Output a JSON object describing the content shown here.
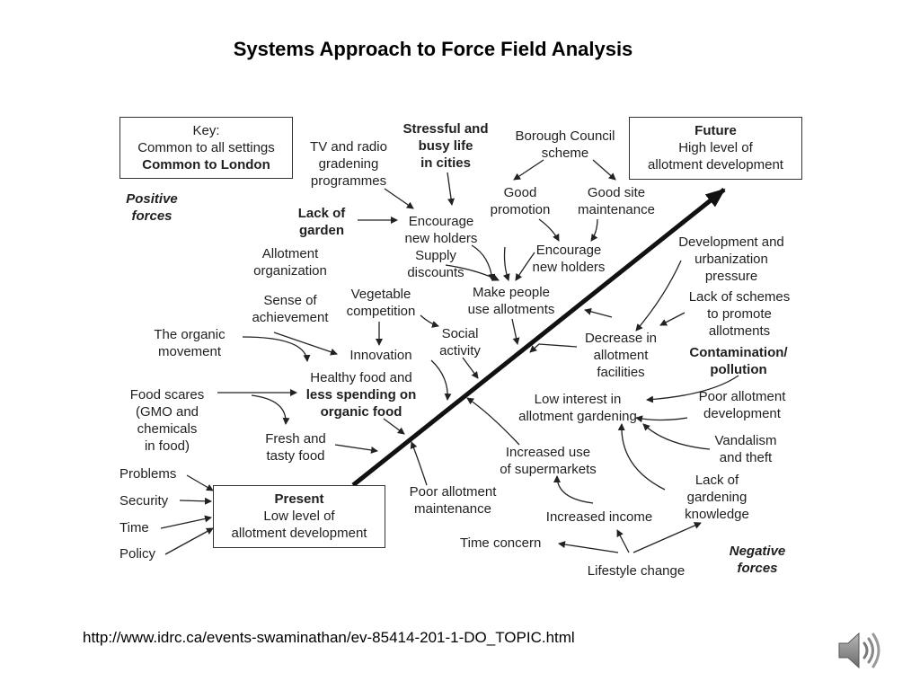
{
  "title": "Systems Approach to Force Field Analysis",
  "url": "http://www.idrc.ca/events-swaminathan/ev-85414-201-1-DO_TOPIC.html",
  "key": {
    "line1": "Key:",
    "line2": "Common to all settings",
    "line3": "Common to London"
  },
  "future": {
    "title": "Future",
    "line1": "High level of",
    "line2": "allotment development"
  },
  "present": {
    "title": "Present",
    "line1": "Low level of",
    "line2": "allotment development"
  },
  "positive_forces": {
    "line1": "Positive",
    "line2": "forces"
  },
  "negative_forces": {
    "line1": "Negative",
    "line2": "forces"
  },
  "positive": {
    "tv_radio": [
      "TV and radio",
      "gradening",
      "programmes"
    ],
    "stressful": [
      "Stressful and",
      "busy life",
      "in cities"
    ],
    "borough": [
      "Borough Council",
      "scheme"
    ],
    "good_promotion": [
      "Good",
      "promotion"
    ],
    "good_site": [
      "Good site",
      "maintenance"
    ],
    "lack_garden": [
      "Lack of",
      "garden"
    ],
    "encourage1": [
      "Encourage",
      "new holders"
    ],
    "supply": [
      "Supply",
      "discounts"
    ],
    "encourage2": [
      "Encourage",
      "new holders"
    ],
    "allotment_org": [
      "Allotment",
      "organization"
    ],
    "make_people": [
      "Make people",
      "use allotments"
    ],
    "sense": [
      "Sense of",
      "achievement"
    ],
    "vegetable": [
      "Vegetable",
      "competition"
    ],
    "social": [
      "Social",
      "activity"
    ],
    "organic_movement": [
      "The organic",
      "movement"
    ],
    "innovation": [
      "Innovation"
    ],
    "healthy": [
      "Healthy food and",
      "less spending on",
      "organic food"
    ],
    "food_scares": [
      "Food scares",
      "(GMO and",
      "chemicals",
      "in food)"
    ],
    "fresh": [
      "Fresh and",
      "tasty food"
    ],
    "problems": "Problems",
    "security": "Security",
    "time": "Time",
    "policy": "Policy"
  },
  "negative": {
    "development": [
      "Development and",
      "urbanization",
      "pressure"
    ],
    "lack_schemes": [
      "Lack of schemes",
      "to promote",
      "allotments"
    ],
    "decrease": [
      "Decrease in",
      "allotment",
      "facilities"
    ],
    "contamination": [
      "Contamination/",
      "pollution"
    ],
    "low_interest": [
      "Low interest in",
      "allotment gardening"
    ],
    "poor_dev": [
      "Poor allotment",
      "development"
    ],
    "vandalism": [
      "Vandalism",
      "and theft"
    ],
    "increased_use": [
      "Increased use",
      "of supermarkets"
    ],
    "lack_knowledge": [
      "Lack of",
      "gardening",
      "knowledge"
    ],
    "poor_maint": [
      "Poor allotment",
      "maintenance"
    ],
    "increased_income": "Increased income",
    "time_concern": "Time concern",
    "lifestyle": "Lifestyle change"
  }
}
